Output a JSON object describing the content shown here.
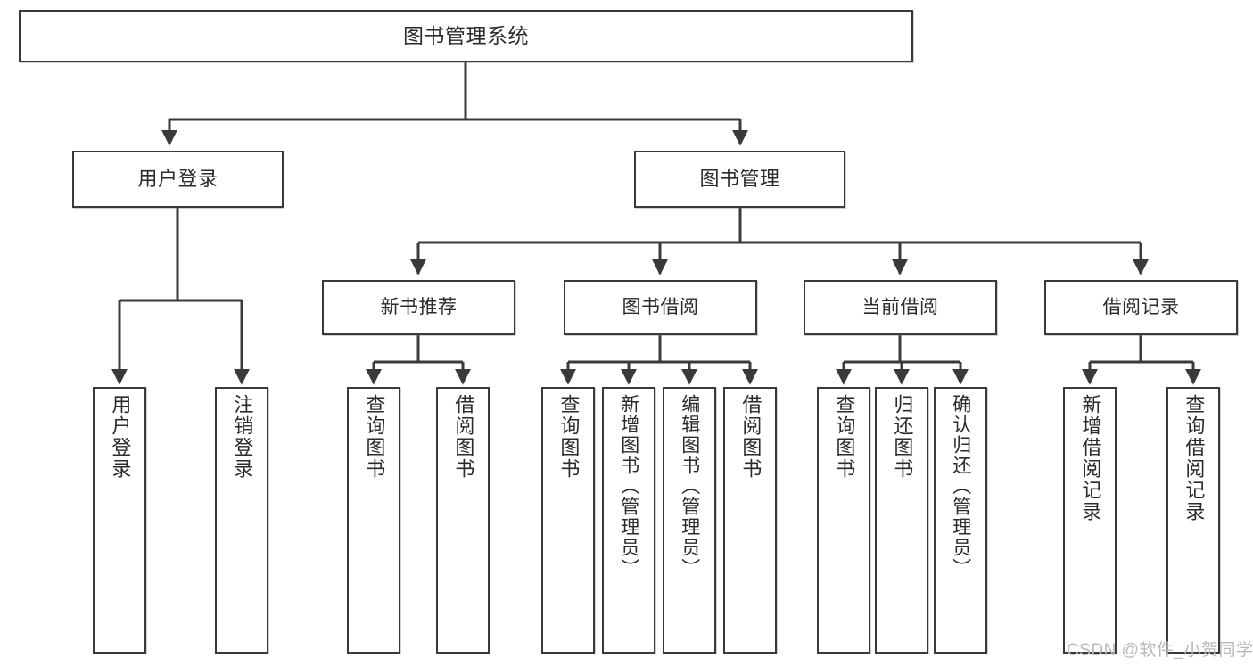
{
  "diagram": {
    "type": "tree-hierarchy",
    "title": "图书管理系统",
    "root": {
      "id": "root",
      "label": "图书管理系统"
    },
    "level2": [
      {
        "id": "user-login",
        "label": "用户登录"
      },
      {
        "id": "book-management",
        "label": "图书管理"
      }
    ],
    "level3": [
      {
        "id": "new-book-recommend",
        "label": "新书推荐",
        "parent": "book-management"
      },
      {
        "id": "book-borrow",
        "label": "图书借阅",
        "parent": "book-management"
      },
      {
        "id": "current-borrow",
        "label": "当前借阅",
        "parent": "book-management"
      },
      {
        "id": "borrow-record",
        "label": "借阅记录",
        "parent": "book-management"
      }
    ],
    "leaves": [
      {
        "id": "leaf-user-login",
        "label": "用户登录",
        "parent": "user-login"
      },
      {
        "id": "leaf-logout",
        "label": "注销登录",
        "parent": "user-login"
      },
      {
        "id": "leaf-query-book-1",
        "label": "查询图书",
        "parent": "new-book-recommend"
      },
      {
        "id": "leaf-borrow-book-1",
        "label": "借阅图书",
        "parent": "new-book-recommend"
      },
      {
        "id": "leaf-query-book-2",
        "label": "查询图书",
        "parent": "book-borrow"
      },
      {
        "id": "leaf-add-book",
        "label": "新增图书（管理员）",
        "parent": "book-borrow"
      },
      {
        "id": "leaf-edit-book",
        "label": "编辑图书（管理员）",
        "parent": "book-borrow"
      },
      {
        "id": "leaf-borrow-book-2",
        "label": "借阅图书",
        "parent": "book-borrow"
      },
      {
        "id": "leaf-query-book-3",
        "label": "查询图书",
        "parent": "current-borrow"
      },
      {
        "id": "leaf-return-book",
        "label": "归还图书",
        "parent": "current-borrow"
      },
      {
        "id": "leaf-confirm-return",
        "label": "确认归还（管理员）",
        "parent": "current-borrow"
      },
      {
        "id": "leaf-add-record",
        "label": "新增借阅记录",
        "parent": "borrow-record"
      },
      {
        "id": "leaf-query-record",
        "label": "查询借阅记录",
        "parent": "borrow-record"
      }
    ],
    "watermark": "CSDN @软件_小贺同学",
    "colors": {
      "stroke": "#3a3a3a",
      "fill": "#ffffff",
      "text": "#2b2b2b",
      "watermark": "#b9b9b9"
    }
  }
}
